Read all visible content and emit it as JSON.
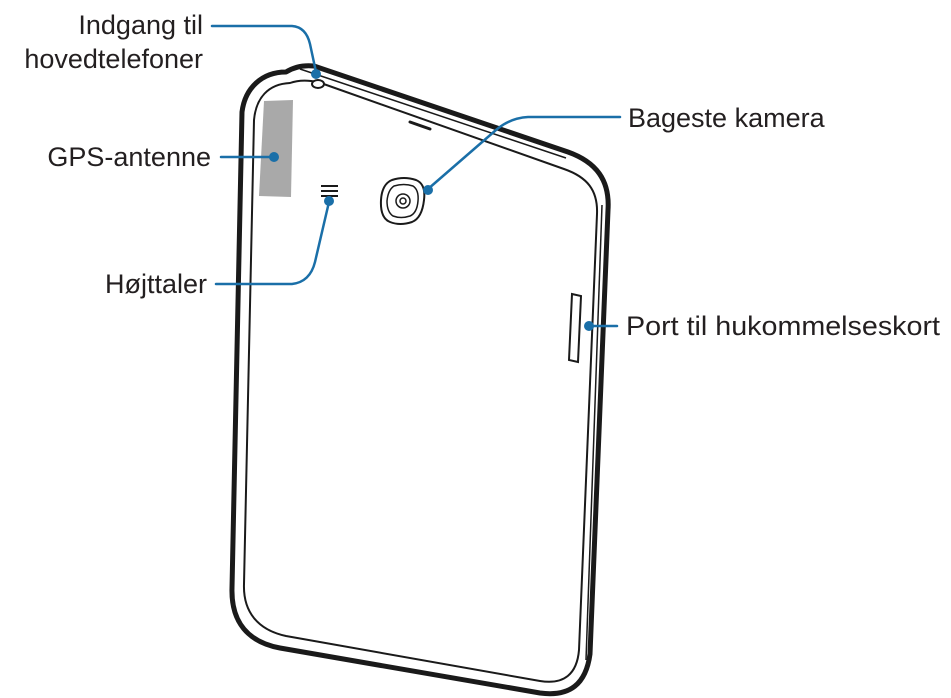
{
  "colors": {
    "leader": "#1a6fa8",
    "outline": "#1a1a1a",
    "antenna": "#a9a9a9",
    "body": "#ffffff"
  },
  "labels": {
    "headphone_jack": [
      "Indgang til",
      "hovedtelefoner"
    ],
    "gps_antenna": "GPS-antenne",
    "speaker": "Højttaler",
    "rear_camera": "Bageste kamera",
    "memory_card_slot": "Port til hukommelseskort"
  }
}
